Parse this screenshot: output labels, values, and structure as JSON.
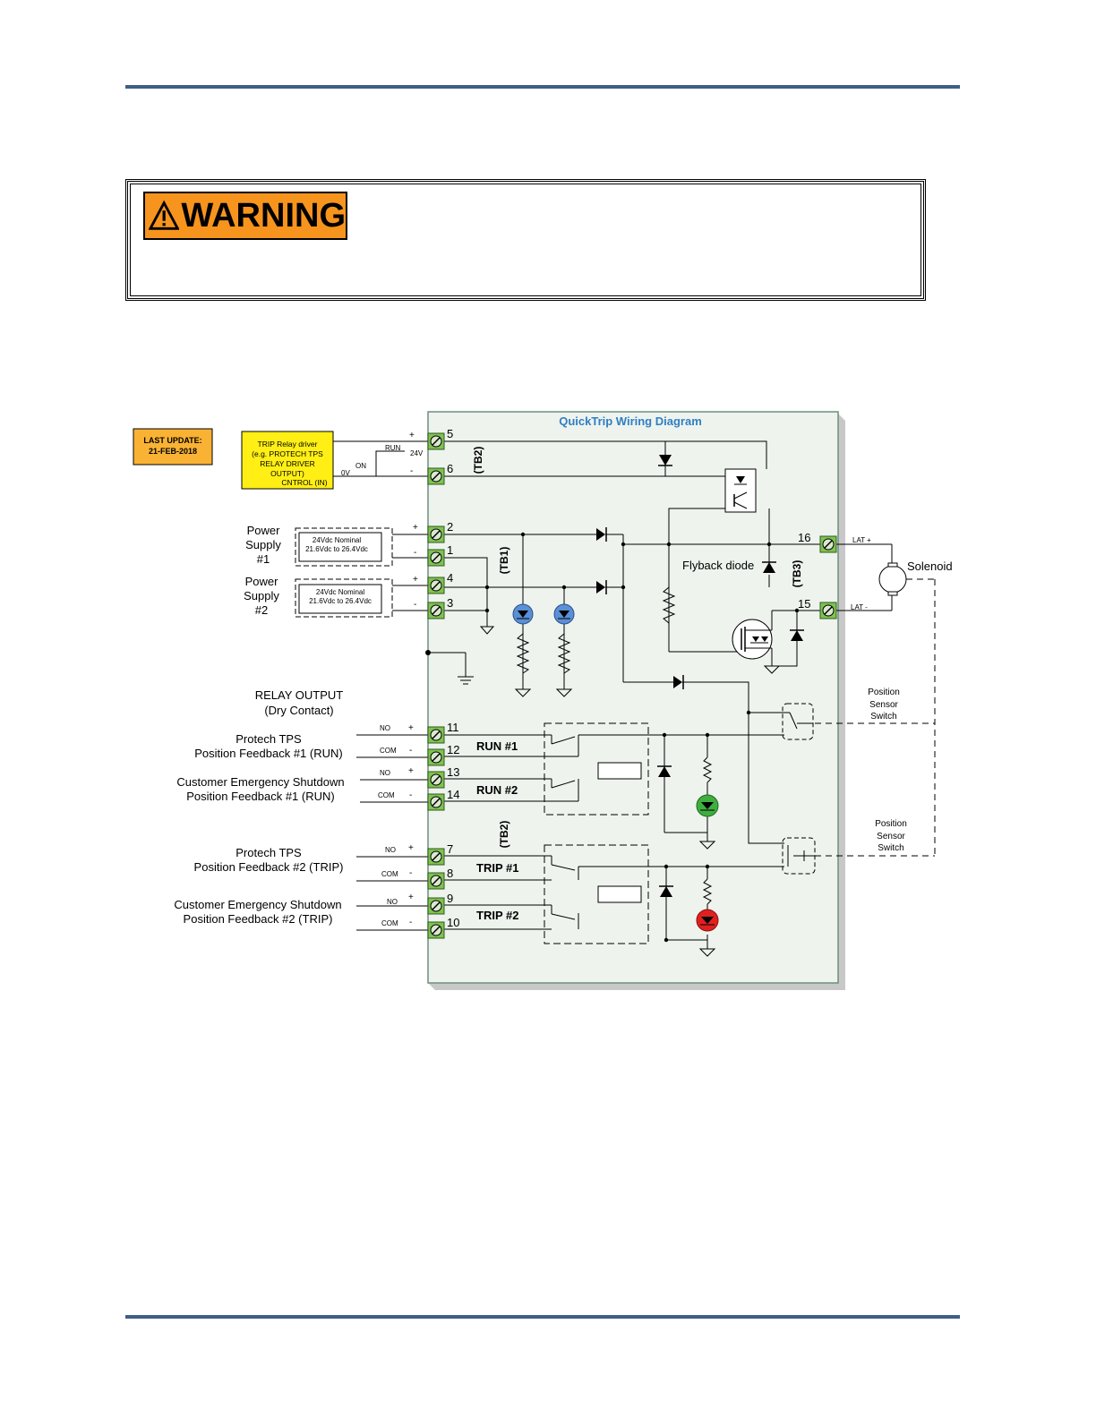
{
  "warning": {
    "label": "WARNING"
  },
  "diagram": {
    "title": "QuickTrip Wiring Diagram",
    "last_update": [
      "LAST UPDATE:",
      "21-FEB-2018"
    ],
    "trip_driver": [
      "TRIP Relay driver",
      "(e.g. PROTECH TPS",
      "RELAY DRIVER",
      "OUTPUT)",
      "CNTROL (IN)"
    ],
    "trip_driver_labels": {
      "run": "RUN",
      "v24": "24V",
      "on": "ON",
      "ov": "0V"
    },
    "power_supply_1": [
      "Power",
      "Supply",
      "#1"
    ],
    "power_supply_2": [
      "Power",
      "Supply",
      "#2"
    ],
    "supply_spec": [
      "24Vdc Nominal",
      "21.6Vdc to 26.4Vdc"
    ],
    "blocks": {
      "tb1": "(TB1)",
      "tb2": "(TB2)",
      "tb3": "(TB3)"
    },
    "terminals": [
      "5",
      "6",
      "2",
      "1",
      "4",
      "3",
      "16",
      "15",
      "11",
      "12",
      "13",
      "14",
      "7",
      "8",
      "9",
      "10"
    ],
    "flyback": "Flyback diode",
    "solenoid": "Solenoid",
    "lat_plus": "LAT +",
    "lat_minus": "LAT -",
    "position_switch": [
      "Position",
      "Sensor",
      "Switch"
    ],
    "relay_output": [
      "RELAY OUTPUT",
      "(Dry Contact)"
    ],
    "feedback": [
      [
        "Protech TPS",
        "Position Feedback #1 (RUN)"
      ],
      [
        "Customer Emergency Shutdown",
        "Position Feedback #1 (RUN)"
      ],
      [
        "Protech TPS",
        "Position Feedback #2 (TRIP)"
      ],
      [
        "Customer Emergency Shutdown",
        "Position Feedback #2 (TRIP)"
      ]
    ],
    "relay_names": [
      "RUN #1",
      "RUN #2",
      "TRIP #1",
      "TRIP #2"
    ],
    "no": "NO",
    "com": "COM",
    "plus": "+",
    "minus": "-"
  }
}
